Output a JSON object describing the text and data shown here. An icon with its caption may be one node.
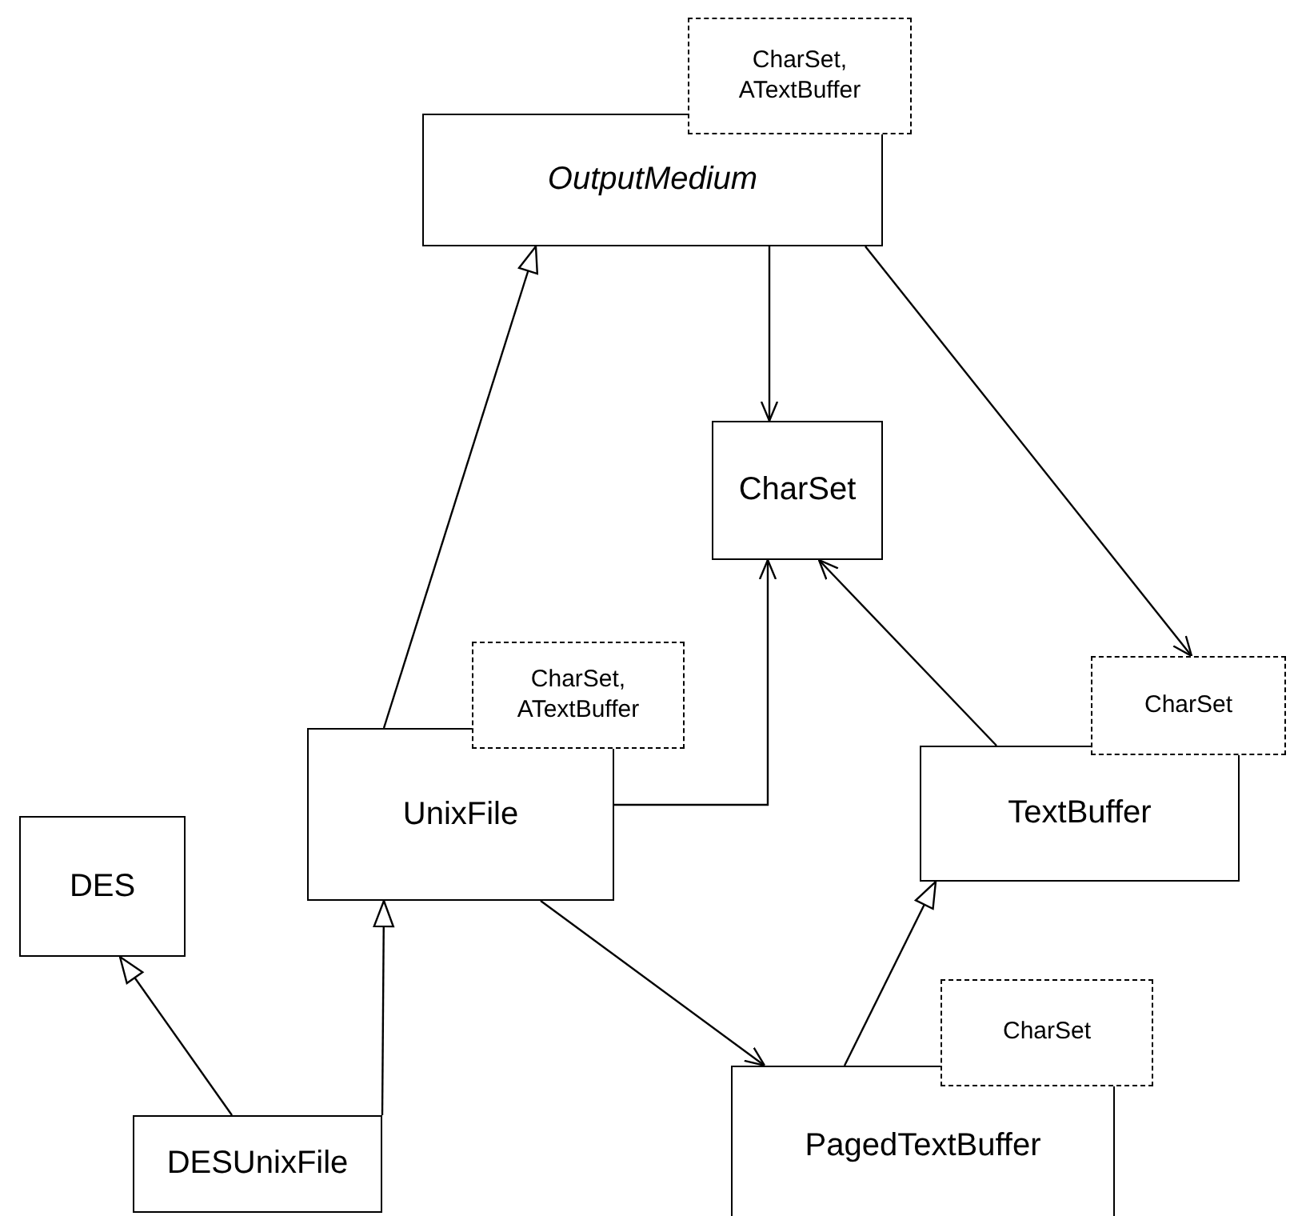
{
  "diagram": {
    "nodes": [
      {
        "text": [
          "OutputMedium"
        ]
      },
      {
        "text": [
          "CharSet, ATextBuffer"
        ]
      },
      {
        "text": [
          "CharSet"
        ]
      },
      {
        "text": [
          "UnixFile"
        ]
      },
      {
        "text": [
          "CharSet, ATextBuffer"
        ]
      },
      {
        "text": [
          "DES"
        ]
      },
      {
        "text": [
          "TextBuffer"
        ]
      },
      {
        "text": [
          "CharSet"
        ]
      },
      {
        "text": [
          "DESUnixFile"
        ]
      },
      {
        "text": [
          "PagedTextBuffer"
        ]
      },
      {
        "text": [
          "CharSet"
        ]
      }
    ],
    "edges": [
      {
        "from": 3,
        "to": 0,
        "arrow": "to"
      },
      {
        "from": 0,
        "to": 2,
        "arrow": "to"
      },
      {
        "from": 0,
        "to": 7,
        "arrow": "to"
      },
      {
        "from": 3,
        "to": 2,
        "arrow": "to"
      },
      {
        "from": 6,
        "to": 2,
        "arrow": "to"
      },
      {
        "from": 8,
        "to": 5,
        "arrow": "to"
      },
      {
        "from": 8,
        "to": 3,
        "arrow": "to"
      },
      {
        "from": 3,
        "to": 9,
        "arrow": "to"
      },
      {
        "from": 9,
        "to": 6,
        "arrow": "to"
      }
    ]
  }
}
